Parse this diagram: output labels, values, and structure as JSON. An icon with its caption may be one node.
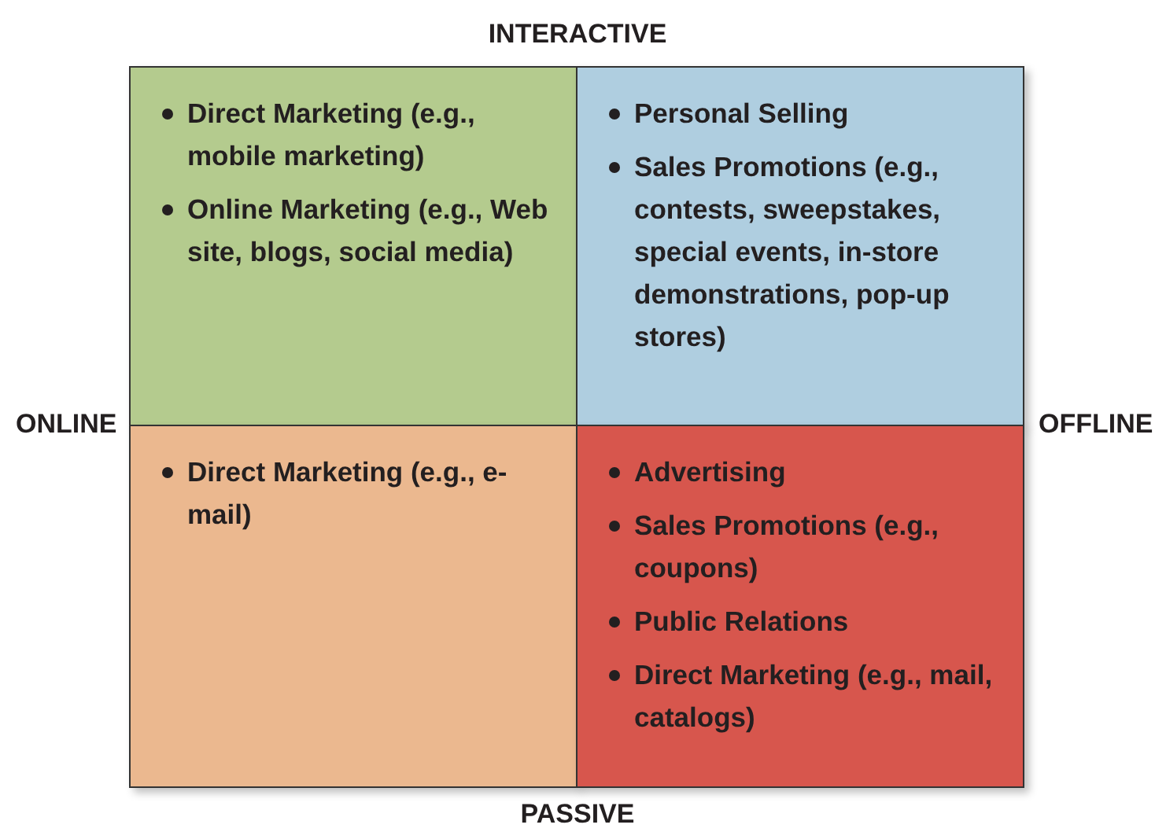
{
  "diagram": {
    "nodes": [
      {
        "text": [
          "Direct Marketing (e.g., mobile marketing)",
          "Online Marketing (e.g., Web site, blogs, social media)"
        ]
      },
      {
        "text": [
          "Personal Selling",
          "Sales Promotions (e.g., contests, sweepstakes, special events, in-store demonstrations, pop-up stores)"
        ]
      },
      {
        "text": [
          "Direct Marketing (e.g., e-mail)"
        ]
      },
      {
        "text": [
          "Advertising",
          "Sales Promotions (e.g., coupons)",
          "Public Relations",
          "Direct Marketing (e.g., mail, catalogs)"
        ]
      }
    ],
    "edges": [],
    "labels": [
      "INTERACTIVE",
      "ONLINE",
      "OFFLINE",
      "PASSIVE"
    ]
  }
}
